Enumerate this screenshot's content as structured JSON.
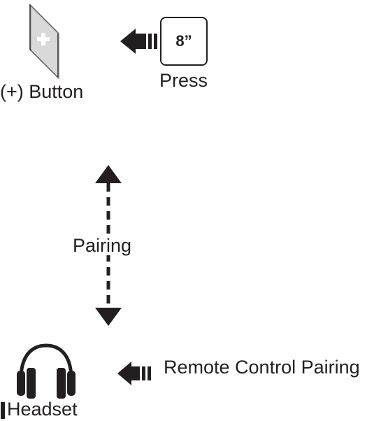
{
  "plus_button": {
    "icon": "plus-button-icon",
    "label": "(+) Button"
  },
  "press_step": {
    "arrow_icon": "left-arrow-icon",
    "key_text": "8”",
    "label": "Press"
  },
  "pairing": {
    "arrow_icon": "double-headed-dashed-arrow-icon",
    "label": "Pairing"
  },
  "headset": {
    "icon": "headphones-icon",
    "label": "Headset"
  },
  "remote_pairing": {
    "arrow_icon": "left-arrow-icon",
    "label": "Remote Control Pairing"
  },
  "colors": {
    "ink": "#231f20",
    "device_face": "#d9d9d9"
  }
}
